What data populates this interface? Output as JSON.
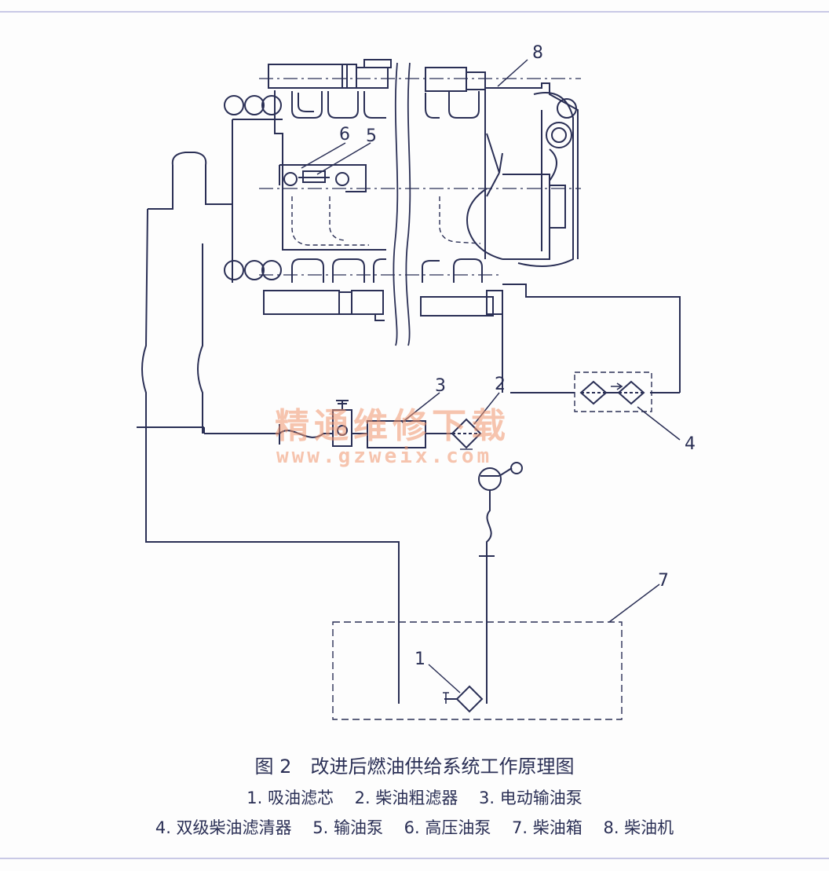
{
  "callouts": [
    "1",
    "2",
    "3",
    "4",
    "5",
    "6",
    "7",
    "8"
  ],
  "watermark": {
    "text_cn": "精通维修下载",
    "url": "www.gzweix.com"
  },
  "figure": {
    "title": "图 2　改进后燃油供给系统工作原理图",
    "legend_line1": [
      "1. 吸油滤芯",
      "2. 柴油粗滤器",
      "3. 电动输油泵"
    ],
    "legend_line2": [
      "4. 双级柴油滤清器",
      "5. 输油泵",
      "6. 高压油泵",
      "7. 柴油箱",
      "8. 柴油机"
    ]
  },
  "colors": {
    "ink": "#2a2f55",
    "watermark": "#f0966e",
    "border": "#c9c9e6"
  }
}
